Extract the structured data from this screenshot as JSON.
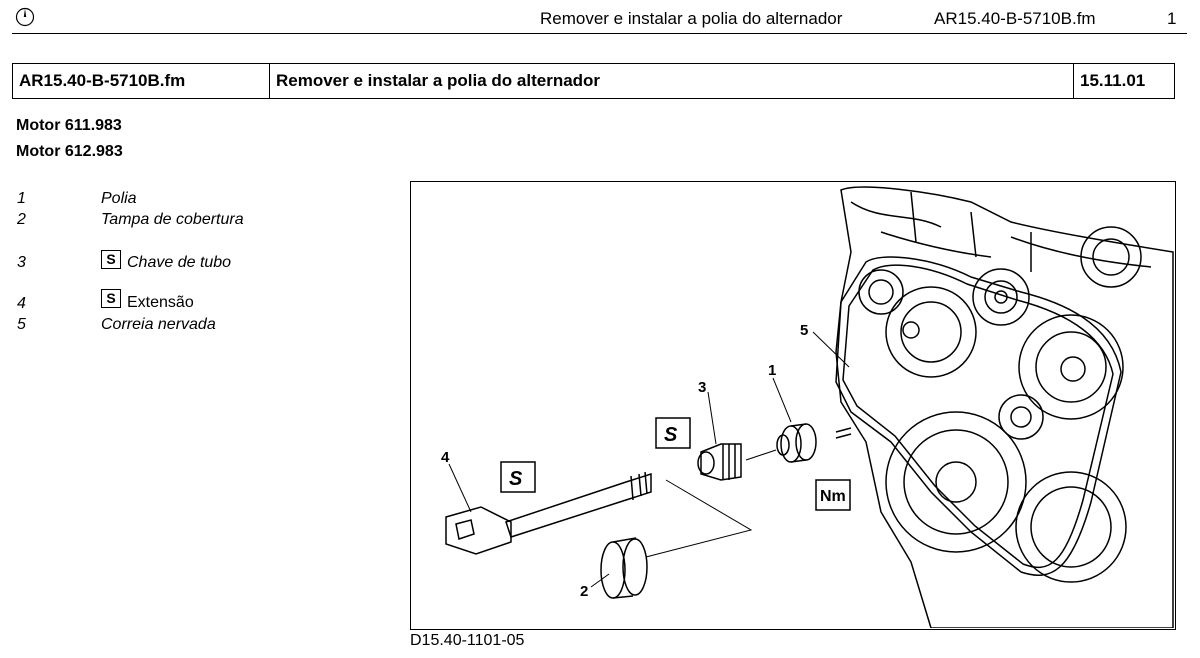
{
  "header": {
    "title": "Remover e instalar a polia do alternador",
    "file": "AR15.40-B-5710B.fm",
    "page": "1"
  },
  "doc_table": {
    "code": "AR15.40-B-5710B.fm",
    "title": "Remover e instalar a polia do alternador",
    "date": "15.11.01"
  },
  "motors": [
    "Motor 611.983",
    "Motor 612.983"
  ],
  "legend": [
    {
      "num": "1",
      "label": "Polia"
    },
    {
      "num": "2",
      "label": "Tampa de cobertura"
    },
    {
      "num": "3",
      "label": "Chave de tubo",
      "icon": "tool-icon"
    },
    {
      "num": "4",
      "label": "Extensão",
      "icon": "tool-icon"
    },
    {
      "num": "5",
      "label": "Correia nervada"
    }
  ],
  "figure": {
    "callouts": [
      "1",
      "2",
      "3",
      "4",
      "5"
    ],
    "torque_label": "Nm",
    "caption": "D15.40-1101-05"
  }
}
